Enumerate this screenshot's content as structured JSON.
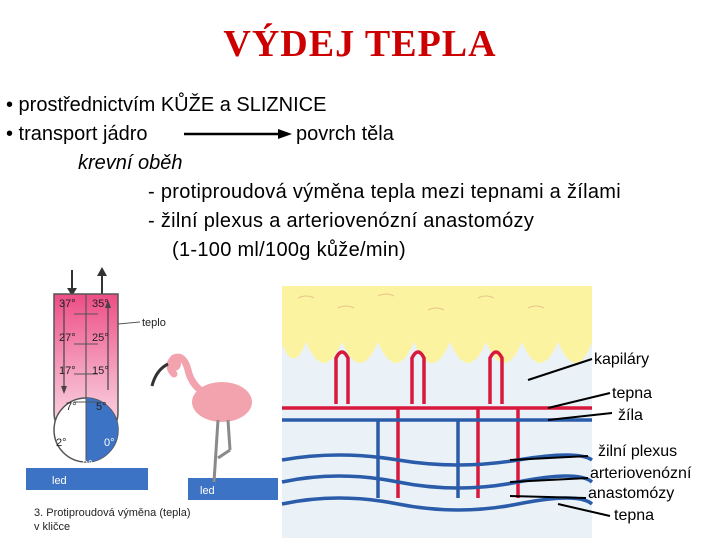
{
  "slide": {
    "title": "VÝDEJ TEPLA",
    "bullets": {
      "b1": "• prostřednictvím KŮŽE a SLIZNICE",
      "b2_left": "• transport jádro",
      "b2_right": "povrch těla",
      "sub": "krevní oběh",
      "dash1": "- protiproudová výměna tepla mezi tepnami a žílami",
      "dash2": "- žilní plexus a arteriovenózní anastomózy",
      "range": "(1-100 ml/100g kůže/min)"
    }
  },
  "figure_left": {
    "temps_left": [
      "37°",
      "27°",
      "17°",
      "7°",
      "2°"
    ],
    "temps_right": [
      "35°",
      "25°",
      "15°",
      "5°",
      "0°"
    ],
    "bottom_temp": "0°",
    "heat_label": "teplo",
    "ice_label_1": "led",
    "ice_label_2": "led",
    "caption_line1": "3. Protiproudová výměna (tepla)",
    "caption_line2": "v kličce"
  },
  "figure_right": {
    "labels": {
      "kapilary": "kapiláry",
      "tepna": "tepna",
      "zila": "žíla",
      "plexus": "žilní plexus",
      "arterio1": "arteriovenózní",
      "arterio2": "anastomózy",
      "tepna2": "tepna"
    }
  },
  "colors": {
    "title": "#cc0000",
    "artery": "#d8183c",
    "vein": "#2a5caa",
    "dermis": "#fbf3a0",
    "ice": "#3d73c4"
  }
}
